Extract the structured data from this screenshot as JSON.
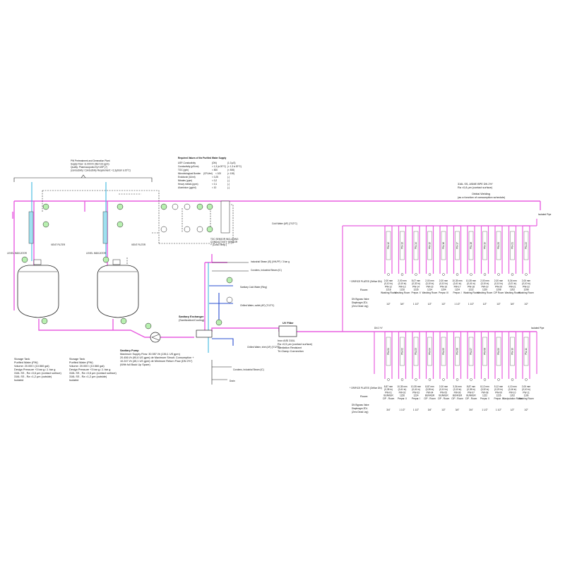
{
  "notes": {
    "pw_pretreat": [
      "PW Pretreatment and Generation Plant",
      "Supply Flow: 11.000 l/h (48,4 US gpm)",
      "Quality: Pharmacopoeia Ep+USP (7)",
      "(conductivity: Conductivity Requirement: <1,3µS/cm à 20°C)"
    ],
    "required_title": "Required Values of the Purified Water Supply",
    "required_rows": [
      [
        "USP-Conductivity",
        "(ON)",
        "(1.3 µS)"
      ],
      [
        "Conductivity (µS/cm)",
        "< 1,3 (à 20°C)",
        "(< 1,3 à 20°C)"
      ],
      [
        "TOC (ppb)",
        "< 500",
        "(< 500)"
      ],
      [
        "Microbiological Burden",
        "(CFU/ml)",
        "< 100",
        "(< 100)"
      ],
      [
        "Endotoxin (IU/ml)",
        "< 0,25",
        "(-)"
      ],
      [
        "Nitrates (ppm)",
        "< 0,2",
        "(-)"
      ],
      [
        "Heavy metals (ppm)",
        "< 0,1",
        "(-)"
      ],
      [
        "Aluminium (µg/ml)",
        "< 10",
        "(-)"
      ]
    ],
    "orbital": [
      "316L SS, ASME BPE DN 2½\"",
      "Ra <0,8 µm (contact surface)",
      "Orbital Welding",
      "(as a function of consumption schedule)"
    ],
    "toc_sensor": [
      "TOC SENSOR INCLUDING",
      "CONDUCTIVITY SENSOR",
      "+ (Cond./Temp.)"
    ],
    "cold_water": "Cold Water (AP) (7/12°C)",
    "isolated_pipe": "Isolated Pipe",
    "tank1": [
      "Storage Tank",
      "Purified Water (PW)",
      "Volume: 20.000 l (10.560 gal)",
      "Design Pressure +3 bar g /-1 bar g",
      "316L SS , Ra <0,6 µm (contact surface)",
      "316L SS , Ra <1,2 µm (outside)",
      "Isolated"
    ],
    "tank2": [
      "Storage Tank",
      "Purified Water (PW)",
      "Volume: 20.000 l (10.560 gal)",
      "Design Pressure +3 bar g /-1 bar g",
      "316L SS , Ra <0,6 µm (contact surface)",
      "316L SS , Ra <1,2 µm (outside)",
      "Isolated"
    ],
    "pump": [
      "Sanitary Pump",
      "Maximum Supply Flow: 30.557 l/h (136,1 US gpm)",
      "20.456 l/h (90,6 US gpm) de Maximum Simult. Consumption +",
      "10.247 l/h (45,1 US gpm) de Minimum Return Flow (DN 2½\")",
      "(With full Back Up Spare)"
    ],
    "hx": [
      "Sanitary Exchanger",
      "(Sanitization/Cooling)"
    ],
    "uv": [
      "UV Filter"
    ],
    "uv_notes": [
      "Inox AISI 316L",
      "Ra <0,5 µm (contact surface)",
      "Sanitation Resistant",
      "Tri-Clamp Connection"
    ],
    "steam1": "Industrial Steam (IS) (VHLPF) / 3 bar g",
    "cond1": "Condens, Industrial Steam (IC)",
    "sanitary_cold": "Sanitary Cold Water (Ring)",
    "chilled_out": "Chilled Water, outlet (AF) (7/12°C)",
    "chilled_in": "Chilled Water, Inlet (AF) (7/12°C)",
    "cond2": "Condens, Industrial Steam (IC)",
    "drain": "Drain",
    "level_left": "LEVEL INDICATOR",
    "vent": "VENT FILTER",
    "dn_return": "DN 2 ½\"",
    "isolated_pipe2": "Isolated Pipe"
  },
  "upper_points": [
    {
      "dn": "2,00 mm",
      "inch": "(0,10 in)",
      "tag": "PW-12",
      "num": "1218",
      "room": "Washing Room",
      "size": "1/2\""
    },
    {
      "dn": "2,00 mm",
      "inch": "(0,10 in)",
      "tag": "PW-13",
      "num": "1216",
      "room": "Washing Room",
      "size": "3/4\""
    },
    {
      "dn": "8,07 mm",
      "inch": "(0,32 in)",
      "tag": "PW-14",
      "num": "1226",
      "room": "Prepar. II",
      "size": "1 1/2\""
    },
    {
      "dn": "2,00 mm",
      "inch": "(0,10 in)",
      "tag": "PW-15",
      "num": "1214",
      "room": "Washing Room",
      "size": "1/2\""
    },
    {
      "dn": "2,00 mm",
      "inch": "(0,10 in)",
      "tag": "PW-16",
      "num": "1204",
      "room": "Prepar. III",
      "size": "1/2\""
    },
    {
      "dn": "10,35 mm",
      "inch": "(0,41 in)",
      "tag": "PW-17",
      "num": "1224",
      "room": "Prepar. I",
      "size": "1 1/2\""
    },
    {
      "dn": "10,35 mm",
      "inch": "(0,41 in)",
      "tag": "PW-18",
      "num": "1222",
      "room": "Washing Room",
      "size": "1 1/2\""
    },
    {
      "dn": "2,00 mm",
      "inch": "(0,10 in)",
      "tag": "PW-19",
      "num": "1220",
      "room": "Washing Room",
      "size": "1/2\""
    },
    {
      "dn": "2,00 mm",
      "inch": "(0,10 in)",
      "tag": "PW-20",
      "num": "1208",
      "room": "CIP Room",
      "size": "1/2\""
    },
    {
      "dn": "5,34 mm",
      "inch": "(0,21 in)",
      "tag": "PW-21",
      "num": "1202",
      "room": "Washing Room",
      "size": "3/4\""
    },
    {
      "dn": "2,00 mm",
      "inch": "(0,10 in)",
      "tag": "PW-22",
      "num": "1208",
      "room": "Washing Room",
      "size": "1/2\""
    }
  ],
  "lower_points": [
    {
      "dn": "8,87 mm",
      "inch": "(0,35 in)",
      "tag": "PW-01",
      "num": "BUNKER",
      "room": "CIP - Room",
      "size": "3/4\""
    },
    {
      "dn": "10,35 mm",
      "inch": "(0,41 in)",
      "tag": "PW-02",
      "num": "1226",
      "room": "Prepar. II",
      "size": "1 1/2\""
    },
    {
      "dn": "10,35 mm",
      "inch": "(0,41 in)",
      "tag": "PW-03",
      "num": "1224",
      "room": "Prepar. I",
      "size": "1 1/2\""
    },
    {
      "dn": "8,87 mm",
      "inch": "(0,35 in)",
      "tag": "PW-04",
      "num": "BUNKER",
      "room": "CIP - Room",
      "size": "3/4\""
    },
    {
      "dn": "2,00 mm",
      "inch": "(0,10 in)",
      "tag": "PW-05",
      "num": "BUNKER",
      "room": "CIP - Room",
      "size": "1/2\""
    },
    {
      "dn": "3,34 mm",
      "inch": "(0,13 in)",
      "tag": "PW-06",
      "num": "BUNKER",
      "room": "CIP - Room",
      "size": "3/4\""
    },
    {
      "dn": "8,87 mm",
      "inch": "(0,35 in)",
      "tag": "PW-07",
      "num": "BUNKER",
      "room": "CIP - Room",
      "size": "3/4\""
    },
    {
      "dn": "8,12 mm",
      "inch": "(0,32 in)",
      "tag": "PW-08",
      "num": "1222",
      "room": "Prepar. II",
      "size": "1 1/2\""
    },
    {
      "dn": "5,12 mm",
      "inch": "(0,20 in)",
      "tag": "PW-09",
      "num": "1226",
      "room": "Prepar. II",
      "size": "1 1/2\""
    },
    {
      "dn": "4,10 mm",
      "inch": "(0,16 in)",
      "tag": "PW-10",
      "num": "1202",
      "room": "Manipulation Room",
      "size": "1/2\""
    },
    {
      "dn": "2,00 mm",
      "inch": "(0,10 in)",
      "tag": "PW-11",
      "num": "1106",
      "room": "Washing Room",
      "size": "1/2\""
    }
  ],
  "point_labels": {
    "orifice": "* ORIFICE PLATES (Orifice DN)",
    "room": "Room:",
    "valve": [
      "DN Bypass Valve",
      "Diaphragm ZDL",
      "(Zero Dead Leg)"
    ]
  },
  "colors": {
    "pw": "#e85fe0",
    "cyan": "#3fb8e0",
    "blue": "#2a4fd0",
    "inst": "#b8f0b0"
  }
}
